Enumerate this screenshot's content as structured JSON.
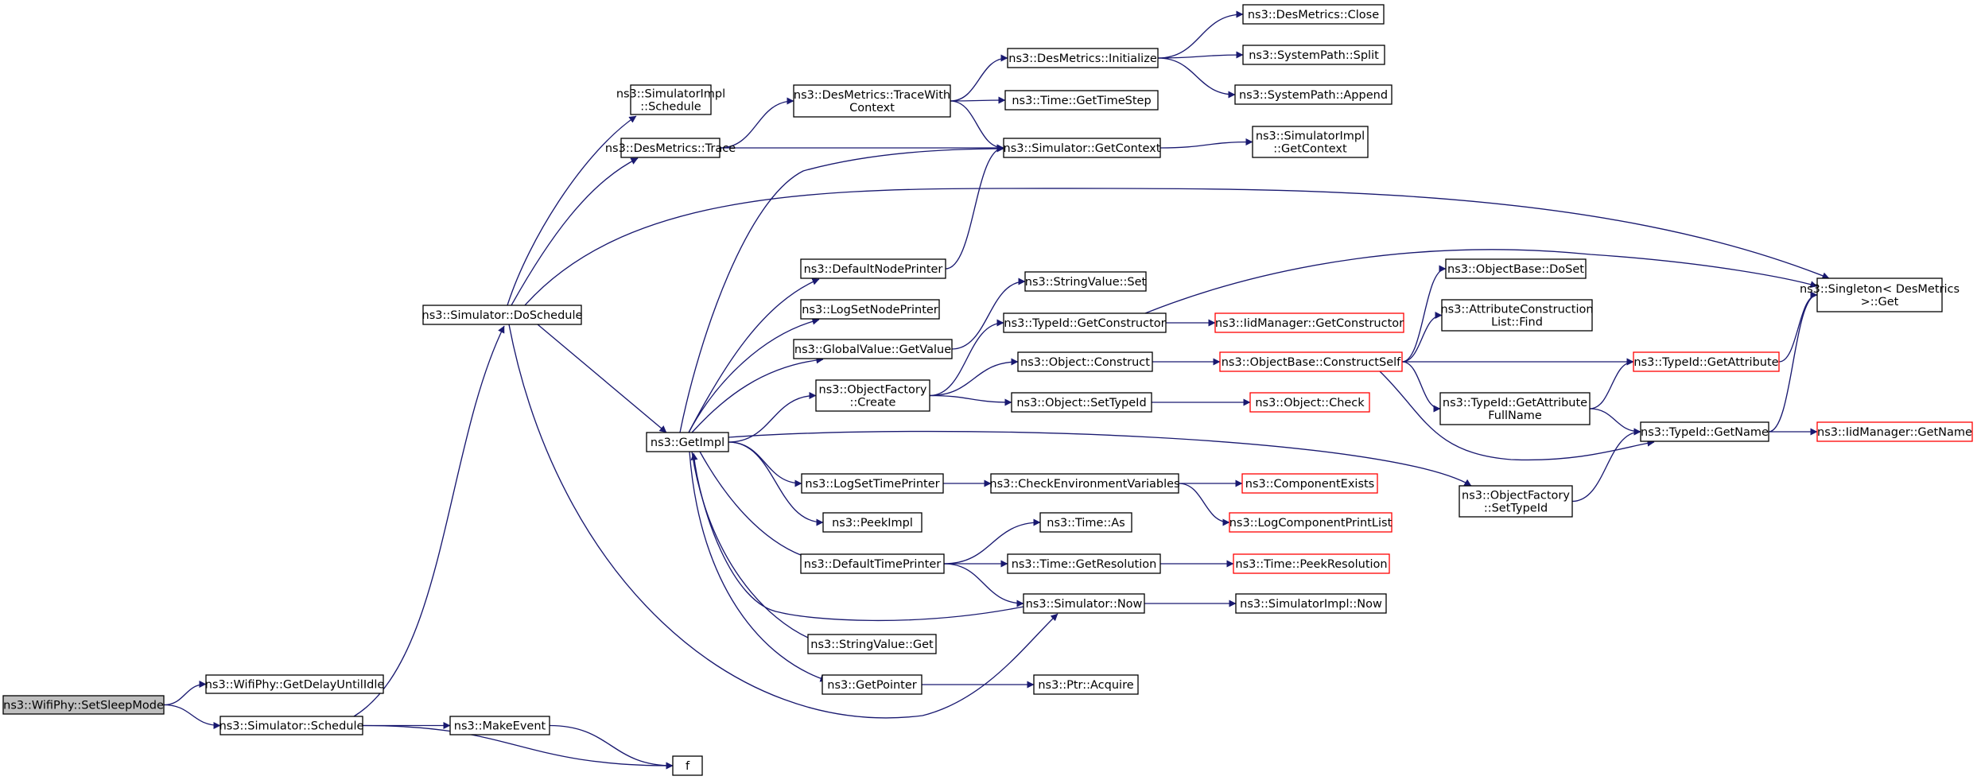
{
  "colors": {
    "edge": "#191970",
    "node_border": "#000000",
    "node_border_truncated": "#ff0000",
    "root_fill": "#bfbfbf",
    "node_fill": "#ffffff"
  },
  "nodes": [
    {
      "id": "set_sleep_mode",
      "lines": [
        "ns3::WifiPhy::SetSleepMode"
      ],
      "style": "root"
    },
    {
      "id": "get_delay_until_idle",
      "lines": [
        "ns3::WifiPhy::GetDelayUntilIdle"
      ],
      "style": "normal"
    },
    {
      "id": "simulator_schedule",
      "lines": [
        "ns3::Simulator::Schedule"
      ],
      "style": "normal"
    },
    {
      "id": "simulator_doschedule",
      "lines": [
        "ns3::Simulator::DoSchedule"
      ],
      "style": "normal"
    },
    {
      "id": "make_event",
      "lines": [
        "ns3::MakeEvent"
      ],
      "style": "normal"
    },
    {
      "id": "f",
      "lines": [
        "f"
      ],
      "style": "normal"
    },
    {
      "id": "simimpl_schedule",
      "lines": [
        "ns3::SimulatorImpl",
        "::Schedule"
      ],
      "style": "normal"
    },
    {
      "id": "desmetrics_trace",
      "lines": [
        "ns3::DesMetrics::Trace"
      ],
      "style": "normal"
    },
    {
      "id": "get_impl",
      "lines": [
        "ns3::GetImpl"
      ],
      "style": "normal"
    },
    {
      "id": "trace_with_context",
      "lines": [
        "ns3::DesMetrics::TraceWith",
        "Context"
      ],
      "style": "normal"
    },
    {
      "id": "default_node_printer",
      "lines": [
        "ns3::DefaultNodePrinter"
      ],
      "style": "normal"
    },
    {
      "id": "log_set_node_printer",
      "lines": [
        "ns3::LogSetNodePrinter"
      ],
      "style": "normal"
    },
    {
      "id": "globalvalue_getvalue",
      "lines": [
        "ns3::GlobalValue::GetValue"
      ],
      "style": "normal"
    },
    {
      "id": "objectfactory_create",
      "lines": [
        "ns3::ObjectFactory",
        "::Create"
      ],
      "style": "normal"
    },
    {
      "id": "log_set_time_printer",
      "lines": [
        "ns3::LogSetTimePrinter"
      ],
      "style": "normal"
    },
    {
      "id": "peek_impl",
      "lines": [
        "ns3::PeekImpl"
      ],
      "style": "normal"
    },
    {
      "id": "default_time_printer",
      "lines": [
        "ns3::DefaultTimePrinter"
      ],
      "style": "normal"
    },
    {
      "id": "stringvalue_get",
      "lines": [
        "ns3::StringValue::Get"
      ],
      "style": "normal"
    },
    {
      "id": "get_pointer",
      "lines": [
        "ns3::GetPointer"
      ],
      "style": "normal"
    },
    {
      "id": "desmetrics_initialize",
      "lines": [
        "ns3::DesMetrics::Initialize"
      ],
      "style": "normal"
    },
    {
      "id": "time_gettimestep",
      "lines": [
        "ns3::Time::GetTimeStep"
      ],
      "style": "normal"
    },
    {
      "id": "simulator_getcontext",
      "lines": [
        "ns3::Simulator::GetContext"
      ],
      "style": "normal"
    },
    {
      "id": "stringvalue_set",
      "lines": [
        "ns3::StringValue::Set"
      ],
      "style": "normal"
    },
    {
      "id": "typeid_getconstructor",
      "lines": [
        "ns3::TypeId::GetConstructor"
      ],
      "style": "normal"
    },
    {
      "id": "object_construct",
      "lines": [
        "ns3::Object::Construct"
      ],
      "style": "normal"
    },
    {
      "id": "object_settypeid",
      "lines": [
        "ns3::Object::SetTypeId"
      ],
      "style": "normal"
    },
    {
      "id": "check_env_vars",
      "lines": [
        "ns3::CheckEnvironmentVariables"
      ],
      "style": "normal"
    },
    {
      "id": "time_as",
      "lines": [
        "ns3::Time::As"
      ],
      "style": "normal"
    },
    {
      "id": "time_getresolution",
      "lines": [
        "ns3::Time::GetResolution"
      ],
      "style": "normal"
    },
    {
      "id": "simulator_now",
      "lines": [
        "ns3::Simulator::Now"
      ],
      "style": "normal"
    },
    {
      "id": "ptr_acquire",
      "lines": [
        "ns3::Ptr::Acquire"
      ],
      "style": "normal"
    },
    {
      "id": "desmetrics_close",
      "lines": [
        "ns3::DesMetrics::Close"
      ],
      "style": "normal"
    },
    {
      "id": "systempath_split",
      "lines": [
        "ns3::SystemPath::Split"
      ],
      "style": "normal"
    },
    {
      "id": "systempath_append",
      "lines": [
        "ns3::SystemPath::Append"
      ],
      "style": "normal"
    },
    {
      "id": "simimpl_getcontext",
      "lines": [
        "ns3::SimulatorImpl",
        "::GetContext"
      ],
      "style": "normal"
    },
    {
      "id": "iidmanager_getconstructor",
      "lines": [
        "ns3::IidManager::GetConstructor"
      ],
      "style": "truncated"
    },
    {
      "id": "objectbase_constructself",
      "lines": [
        "ns3::ObjectBase::ConstructSelf"
      ],
      "style": "truncated"
    },
    {
      "id": "object_check",
      "lines": [
        "ns3::Object::Check"
      ],
      "style": "truncated"
    },
    {
      "id": "component_exists",
      "lines": [
        "ns3::ComponentExists"
      ],
      "style": "truncated"
    },
    {
      "id": "log_component_print_list",
      "lines": [
        "ns3::LogComponentPrintList"
      ],
      "style": "truncated"
    },
    {
      "id": "time_peekresolution",
      "lines": [
        "ns3::Time::PeekResolution"
      ],
      "style": "truncated"
    },
    {
      "id": "simimpl_now",
      "lines": [
        "ns3::SimulatorImpl::Now"
      ],
      "style": "normal"
    },
    {
      "id": "objectbase_doset",
      "lines": [
        "ns3::ObjectBase::DoSet"
      ],
      "style": "normal"
    },
    {
      "id": "attr_construction_find",
      "lines": [
        "ns3::AttributeConstruction",
        "List::Find"
      ],
      "style": "normal"
    },
    {
      "id": "typeid_getattrfullname",
      "lines": [
        "ns3::TypeId::GetAttribute",
        "FullName"
      ],
      "style": "normal"
    },
    {
      "id": "objectfactory_settypeid",
      "lines": [
        "ns3::ObjectFactory",
        "::SetTypeId"
      ],
      "style": "normal"
    },
    {
      "id": "typeid_getattribute",
      "lines": [
        "ns3::TypeId::GetAttribute"
      ],
      "style": "truncated"
    },
    {
      "id": "typeid_getname",
      "lines": [
        "ns3::TypeId::GetName"
      ],
      "style": "normal"
    },
    {
      "id": "singleton_get",
      "lines": [
        "ns3::Singleton< DesMetrics",
        " >::Get"
      ],
      "style": "normal"
    },
    {
      "id": "iidmanager_getname",
      "lines": [
        "ns3::IidManager::GetName"
      ],
      "style": "truncated"
    }
  ],
  "edges": [
    [
      "set_sleep_mode",
      "get_delay_until_idle"
    ],
    [
      "set_sleep_mode",
      "simulator_schedule"
    ],
    [
      "simulator_schedule",
      "simulator_doschedule"
    ],
    [
      "simulator_schedule",
      "make_event"
    ],
    [
      "simulator_schedule",
      "f"
    ],
    [
      "make_event",
      "f"
    ],
    [
      "simulator_doschedule",
      "simimpl_schedule"
    ],
    [
      "simulator_doschedule",
      "desmetrics_trace"
    ],
    [
      "simulator_doschedule",
      "singleton_get"
    ],
    [
      "simulator_doschedule",
      "get_impl"
    ],
    [
      "simulator_doschedule",
      "simulator_now"
    ],
    [
      "desmetrics_trace",
      "trace_with_context"
    ],
    [
      "desmetrics_trace",
      "simulator_getcontext"
    ],
    [
      "trace_with_context",
      "desmetrics_initialize"
    ],
    [
      "trace_with_context",
      "time_gettimestep"
    ],
    [
      "trace_with_context",
      "simulator_getcontext"
    ],
    [
      "desmetrics_initialize",
      "desmetrics_close"
    ],
    [
      "desmetrics_initialize",
      "systempath_split"
    ],
    [
      "desmetrics_initialize",
      "systempath_append"
    ],
    [
      "simulator_getcontext",
      "simimpl_getcontext"
    ],
    [
      "get_impl",
      "simulator_getcontext"
    ],
    [
      "get_impl",
      "default_node_printer"
    ],
    [
      "get_impl",
      "log_set_node_printer"
    ],
    [
      "get_impl",
      "globalvalue_getvalue"
    ],
    [
      "get_impl",
      "objectfactory_create"
    ],
    [
      "get_impl",
      "log_set_time_printer"
    ],
    [
      "get_impl",
      "peek_impl"
    ],
    [
      "get_impl",
      "default_time_printer"
    ],
    [
      "get_impl",
      "stringvalue_get"
    ],
    [
      "get_impl",
      "get_pointer"
    ],
    [
      "get_impl",
      "objectfactory_settypeid"
    ],
    [
      "default_node_printer",
      "simulator_getcontext"
    ],
    [
      "globalvalue_getvalue",
      "stringvalue_set"
    ],
    [
      "objectfactory_create",
      "typeid_getconstructor"
    ],
    [
      "objectfactory_create",
      "object_construct"
    ],
    [
      "objectfactory_create",
      "object_settypeid"
    ],
    [
      "typeid_getconstructor",
      "iidmanager_getconstructor"
    ],
    [
      "typeid_getconstructor",
      "singleton_get"
    ],
    [
      "object_construct",
      "objectbase_constructself"
    ],
    [
      "object_settypeid",
      "object_check"
    ],
    [
      "objectbase_constructself",
      "objectbase_doset"
    ],
    [
      "objectbase_constructself",
      "attr_construction_find"
    ],
    [
      "objectbase_constructself",
      "typeid_getattribute"
    ],
    [
      "objectbase_constructself",
      "typeid_getattrfullname"
    ],
    [
      "objectbase_constructself",
      "typeid_getname"
    ],
    [
      "typeid_getattrfullname",
      "typeid_getattribute"
    ],
    [
      "typeid_getattrfullname",
      "typeid_getname"
    ],
    [
      "typeid_getattribute",
      "singleton_get"
    ],
    [
      "typeid_getname",
      "singleton_get"
    ],
    [
      "typeid_getname",
      "iidmanager_getname"
    ],
    [
      "objectfactory_settypeid",
      "typeid_getname"
    ],
    [
      "log_set_time_printer",
      "check_env_vars"
    ],
    [
      "check_env_vars",
      "component_exists"
    ],
    [
      "check_env_vars",
      "log_component_print_list"
    ],
    [
      "default_time_printer",
      "time_as"
    ],
    [
      "default_time_printer",
      "time_getresolution"
    ],
    [
      "default_time_printer",
      "simulator_now"
    ],
    [
      "time_getresolution",
      "time_peekresolution"
    ],
    [
      "simulator_now",
      "simimpl_now"
    ],
    [
      "simulator_now",
      "get_impl"
    ],
    [
      "get_pointer",
      "ptr_acquire"
    ]
  ]
}
